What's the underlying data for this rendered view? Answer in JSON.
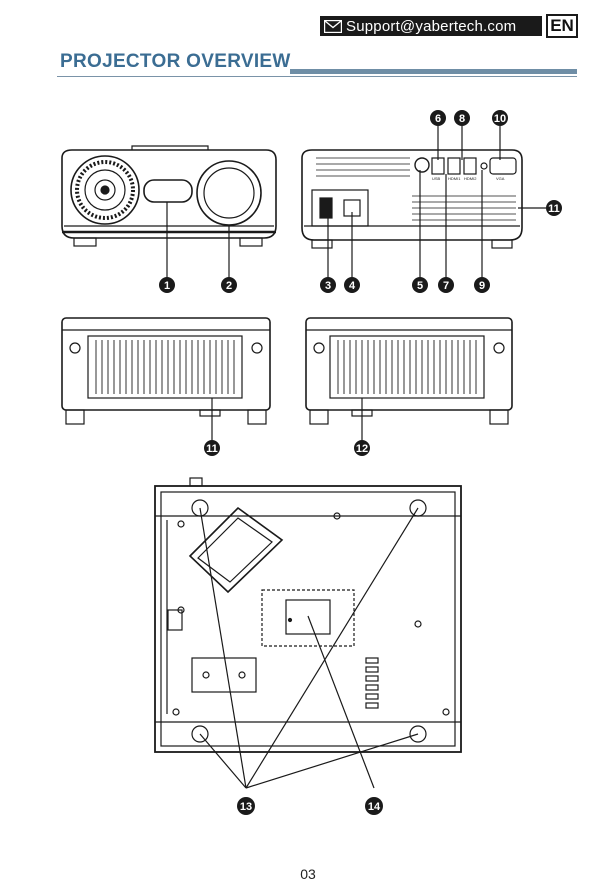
{
  "header": {
    "support_email": "Support@yabertech.com",
    "language_badge": "EN",
    "mail_icon": "envelope-icon"
  },
  "page": {
    "title": "PROJECTOR OVERVIEW",
    "page_number": "03"
  },
  "callouts": {
    "c1": "1",
    "c2": "2",
    "c3": "3",
    "c4": "4",
    "c5": "5",
    "c6": "6",
    "c7": "7",
    "c8": "8",
    "c9": "9",
    "c10": "10",
    "c11": "11",
    "c12": "12",
    "c13": "13",
    "c14": "14"
  },
  "port_labels": {
    "usb": "USB",
    "hdmi1": "HDMI1",
    "hdmi2": "HDMI2",
    "vga": "VGA"
  }
}
